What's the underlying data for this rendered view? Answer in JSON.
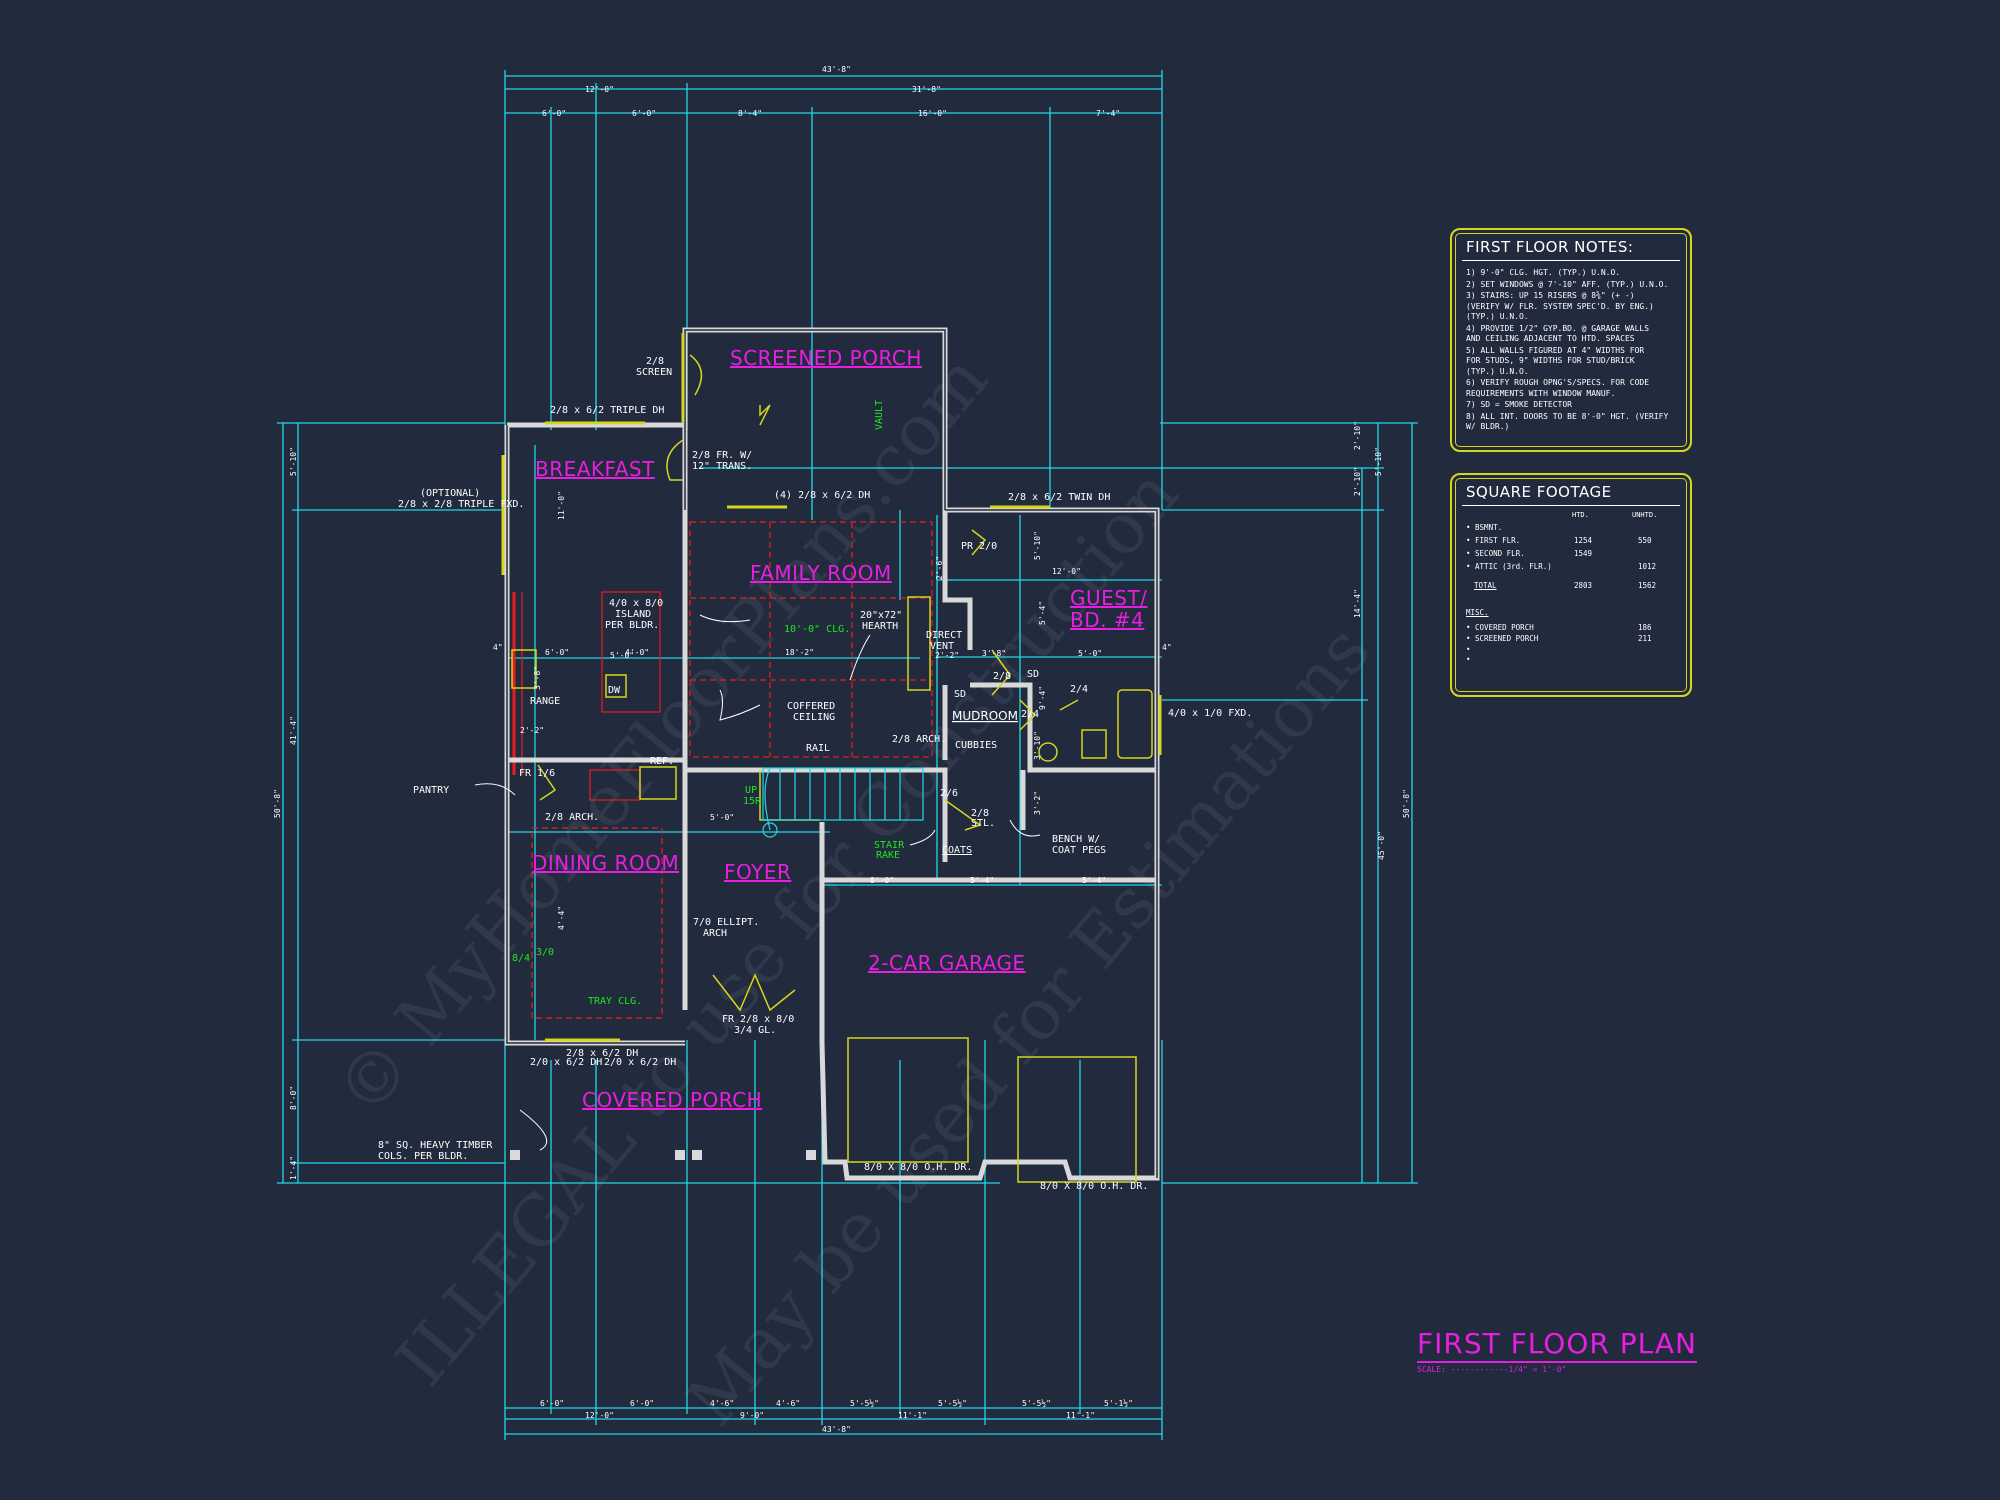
{
  "colors": {
    "background": "#222a3d",
    "walls": "#d9d9d9",
    "dimension_lines": "#22d8e8",
    "room_labels": "#e81ee0",
    "red_hidden": "#e81e1e",
    "annotations_green": "#1ee81e",
    "fixtures_yellow": "#d6d61e",
    "notes_box": "#d6d61e"
  },
  "plan": {
    "title": "FIRST FLOOR PLAN",
    "scale": "SCALE: ------------1/4\" = 1'-0\""
  },
  "dimensions": {
    "top_overall": "43'-8\"",
    "top_row1": [
      "12'-0\"",
      "31'-8\""
    ],
    "top_row2": [
      "6'-0\"",
      "6'-0\"",
      "8'-4\"",
      "16'-0\"",
      "7'-4\""
    ],
    "bottom_row1": [
      "6'-0\"",
      "6'-0\"",
      "4'-6\"",
      "4'-6\"",
      "5'-5½\"",
      "5'-5½\"",
      "5'-5½\"",
      "5'-1½\""
    ],
    "bottom_row2": [
      "12'-0\"",
      "9'-0\"",
      "11'-1\"",
      "11'-1\""
    ],
    "bottom_overall": "43'-8\"",
    "left_outer": "50'-8\"",
    "left_inner": [
      "5'-10\"",
      "41'-4\"",
      "8'-0\"",
      "1'-4\""
    ],
    "right_outer": "50'-8\"",
    "right_inner": [
      "5'-10\"",
      "2'-10\"",
      "2'-10\"",
      "14'-4\"",
      "45'-0\""
    ],
    "interior": {
      "fr_6_0": "6'-0\"",
      "fr_4_0": "4'-0\"",
      "d_18_2": "18'-2\"",
      "d_5_0_a": "5'-0\"",
      "d_3_8": "3'-8\"",
      "d_5_0_b": "5'-0\"",
      "d_12_0": "12'-0\"",
      "d_2_2": "2'-2\"",
      "d_2_2b": "2'-2\"",
      "d_5_0_foyer": "5'-0\"",
      "d_8_0": "8'-0\"",
      "d_5_4a": "5'-4\"",
      "d_5_4b": "5'-4\"",
      "d_4a": "4\"",
      "d_4b": "4\"",
      "d_11_0": "11'-0\"",
      "d_5_10_r": "5'-10\"",
      "d_2_6_r": "2'-6\"",
      "d_3_10": "3'-10\"",
      "d_5_4r": "5'-4\"",
      "d_9_4": "9'-4\"",
      "d_3_2": "3'-2\"",
      "d_3_8b": "3'-8\"",
      "d_4_4": "4'-4\""
    }
  },
  "rooms": {
    "screened_porch": "SCREENED PORCH",
    "breakfast": "BREAKFAST",
    "family_room": "FAMILY ROOM",
    "guest": "GUEST/",
    "guest_bd": "BD. #4",
    "mudroom": "MUDROOM",
    "dining_room": "DINING ROOM",
    "foyer": "FOYER",
    "garage": "2-CAR GARAGE",
    "covered_porch": "COVERED PORCH"
  },
  "annotations": {
    "screen_door_1": "2/8",
    "screen_door_2": "SCREEN",
    "triple_dh": "2/8 x 6/2 TRIPLE DH",
    "fr_door_1": "2/8 FR. W/",
    "fr_door_2": "12\" TRANS.",
    "four_dh": "(4) 2/8 x 6/2 DH",
    "twin_dh": "2/8 x 6/2 TWIN DH",
    "optional_1": "(OPTIONAL)",
    "optional_2": "2/8 x 2/8 TRIPLE FXD.",
    "vault": "VAULT",
    "pr_20": "PR 2/0",
    "island_1": "4/0 x 8/0",
    "island_2": "ISLAND",
    "island_3": "PER BLDR.",
    "ceiling_10": "10'-0\" CLG.",
    "hearth_1": "20\"x72\"",
    "hearth_2": "HEARTH",
    "direct_vent_1": "DIRECT",
    "direct_vent_2": "VENT",
    "dw": "DW",
    "range": "RANGE",
    "coffered_1": "COFFERED",
    "coffered_2": "CEILING",
    "rail": "RAIL",
    "arch_28": "2/8 ARCH.",
    "cubbies": "CUBBIES",
    "fixed_window": "4/0 x 1/0 FXD.",
    "ref": "REF.",
    "pantry": "PANTRY",
    "fr_16": "FR 1/6",
    "arch_28_dining": "2/8 ARCH.",
    "up_1": "UP",
    "up_2": "15R",
    "stair_rake_1": "STAIR",
    "stair_rake_2": "RAKE",
    "coats": "COATS",
    "bench_1": "BENCH W/",
    "bench_2": "COAT PEGS",
    "door_26": "2/6",
    "door_28_stl_1": "2/8",
    "door_28_stl_2": "STL.",
    "door_28": "2/8",
    "door_24a": "2/4",
    "door_24b": "2/4",
    "sd_1": "SD",
    "sd_2": "SD",
    "ellipt_1": "7/0 ELLIPT.",
    "ellipt_2": "ARCH",
    "dim_84": "8/4",
    "dim_30": "3/0",
    "tray": "TRAY CLG.",
    "fr_front_1": "FR 2/8 x 8/0",
    "fr_front_2": "3/4 GL.",
    "dh_front_1": "2/8 x 6/2 DH",
    "dh_front_2": "2/0 x 6/2 DH",
    "dh_front_3": "2/0 x 6/2 DH",
    "cols_1": "8\" SQ. HEAVY TIMBER",
    "cols_2": "COLS. PER BLDR.",
    "garage_door_1": "8/0 X 8/0 O.H. DR.",
    "garage_door_2": "8/0 X 8/0 O.H. DR."
  },
  "watermark": {
    "line1": "© MyHomeFloorPlans.com",
    "line2": "ILLEGAL to use for Construction",
    "line3": "May be used for Estimations"
  },
  "notes_box": {
    "title": "FIRST FLOOR NOTES:",
    "items": [
      "1) 9'-0\" CLG. HGT. (TYP.) U.N.O.",
      "2) SET WINDOWS @ 7'-10\" AFF. (TYP.) U.N.O.",
      "3) STAIRS: UP 15 RISERS @ 8⅜\" (+ -)\n   (VERIFY W/ FLR. SYSTEM SPEC'D. BY ENG.)\n   (TYP.) U.N.O.",
      "4) PROVIDE 1/2\" GYP.BD. @ GARAGE WALLS\n   AND CEILING ADJACENT TO HTD. SPACES",
      "5) ALL WALLS FIGURED AT 4\" WIDTHS FOR\n   FOR STUDS, 9\" WIDTHS FOR STUD/BRICK\n   (TYP.) U.N.O.",
      "6) VERIFY ROUGH OPNG'S/SPECS. FOR CODE\n   REQUIREMENTS WITH WINDOW MANUF.",
      "7) SD = SMOKE DETECTOR",
      "8) ALL INT. DOORS TO BE 8'-0\" HGT. (VERIFY W/ BLDR.)"
    ]
  },
  "sqft_box": {
    "title": "SQUARE FOOTAGE",
    "col_htd": "HTD.",
    "col_unhtd": "UNHTD.",
    "rows": [
      {
        "label": "• BSMNT.",
        "htd": "",
        "unhtd": ""
      },
      {
        "label": "• FIRST FLR.",
        "htd": "1254",
        "unhtd": "550"
      },
      {
        "label": "• SECOND FLR.",
        "htd": "1549",
        "unhtd": ""
      },
      {
        "label": "• ATTIC (3rd. FLR.)",
        "htd": "",
        "unhtd": "1012"
      },
      {
        "label": "TOTAL",
        "htd": "2803",
        "unhtd": "1562"
      }
    ],
    "misc_title": "MISC.",
    "misc_rows": [
      {
        "label": "• COVERED PORCH",
        "value": "186"
      },
      {
        "label": "• SCREENED PORCH",
        "value": "211"
      },
      {
        "label": "•",
        "value": ""
      },
      {
        "label": "•",
        "value": ""
      }
    ]
  }
}
